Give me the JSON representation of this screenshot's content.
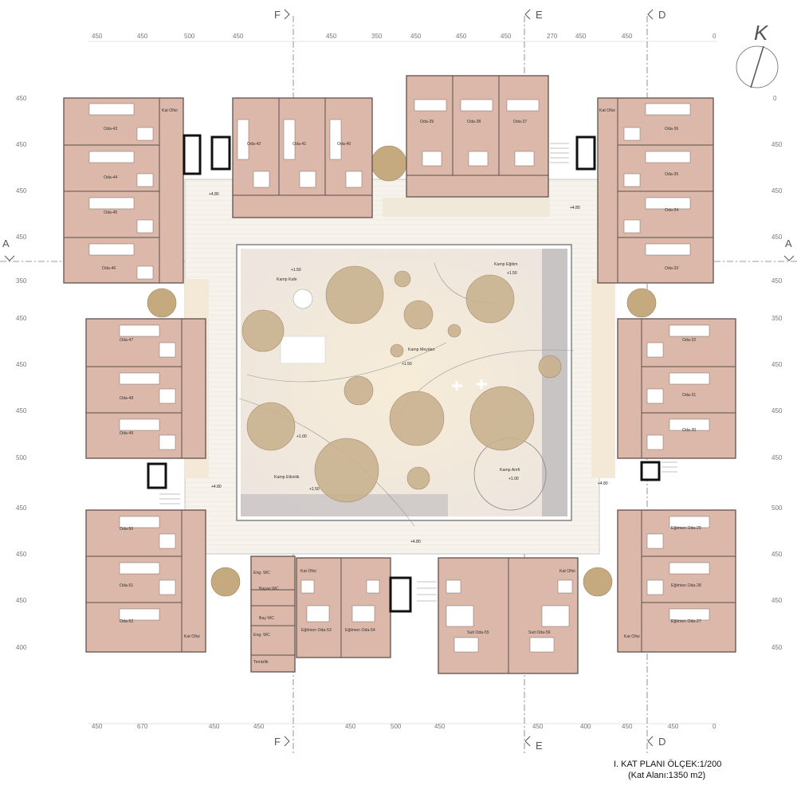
{
  "dims": {
    "top": [
      "450",
      "450",
      "500",
      "450",
      "450",
      "350",
      "450",
      "450",
      "450",
      "270",
      "450",
      "450",
      "0"
    ],
    "bottom": [
      "450",
      "670",
      "450",
      "450",
      "450",
      "500",
      "450",
      "450",
      "400",
      "450",
      "450",
      "0"
    ],
    "left": [
      "450",
      "450",
      "450",
      "450",
      "350",
      "450",
      "450",
      "450",
      "500",
      "450",
      "450",
      "450",
      "400"
    ],
    "right": [
      "0",
      "450",
      "450",
      "450",
      "450",
      "350",
      "450",
      "450",
      "450",
      "500",
      "450",
      "450",
      "450"
    ]
  },
  "axes": {
    "f": "F",
    "e": "E",
    "d": "D",
    "a": "A"
  },
  "north": "K",
  "rooms": {
    "oda43": "Oda-43",
    "oda44": "Oda-44",
    "oda45": "Oda-45",
    "oda46": "Oda-46",
    "oda47": "Oda-47",
    "oda48": "Oda-48",
    "oda49": "Oda-49",
    "oda50": "Oda-50",
    "oda51": "Oda-51",
    "oda52": "Oda-52",
    "oda42": "Oda-42",
    "oda41": "Oda-41",
    "oda40": "Oda-40",
    "oda39": "Oda-39",
    "oda38": "Oda-38",
    "oda37": "Oda-37",
    "oda36": "Oda-36",
    "oda35": "Oda-35",
    "oda34": "Oda-34",
    "oda33": "Oda-33",
    "oda32": "Oda-32",
    "oda31": "Oda-31",
    "oda30": "Oda-30",
    "eg29": "Eğitmen Oda-29",
    "eg28": "Eğitmen Oda-28",
    "eg27": "Eğitmen Oda-27",
    "eg53": "Eğitmen Oda-53",
    "eg54": "Eğitmen Oda-54",
    "suit55": "Suit Oda-55",
    "suit56": "Suit Oda-56",
    "katofisi": "Kat Ofisi",
    "engwc": "Eng. WC",
    "bayanwc": "Bayan WC",
    "baywc": "Bay WC",
    "engwc2": "Eng. WC",
    "temizlik": "Temizlik"
  },
  "spaces": {
    "kafe": "Kamp Kafe",
    "egitim": "Kamp Eğitim",
    "meydan": "Kamp Meydan",
    "etkinlik": "Kamp Etkinlik",
    "amfi": "Kamp Amfi"
  },
  "elevations": {
    "p150": "+1.50",
    "p100": "+1.00",
    "p480": "+4.80"
  },
  "title": {
    "line1": "I. KAT PLANI ÖLÇEK:1/200",
    "line2": "(Kat Alanı:1350 m2)"
  }
}
